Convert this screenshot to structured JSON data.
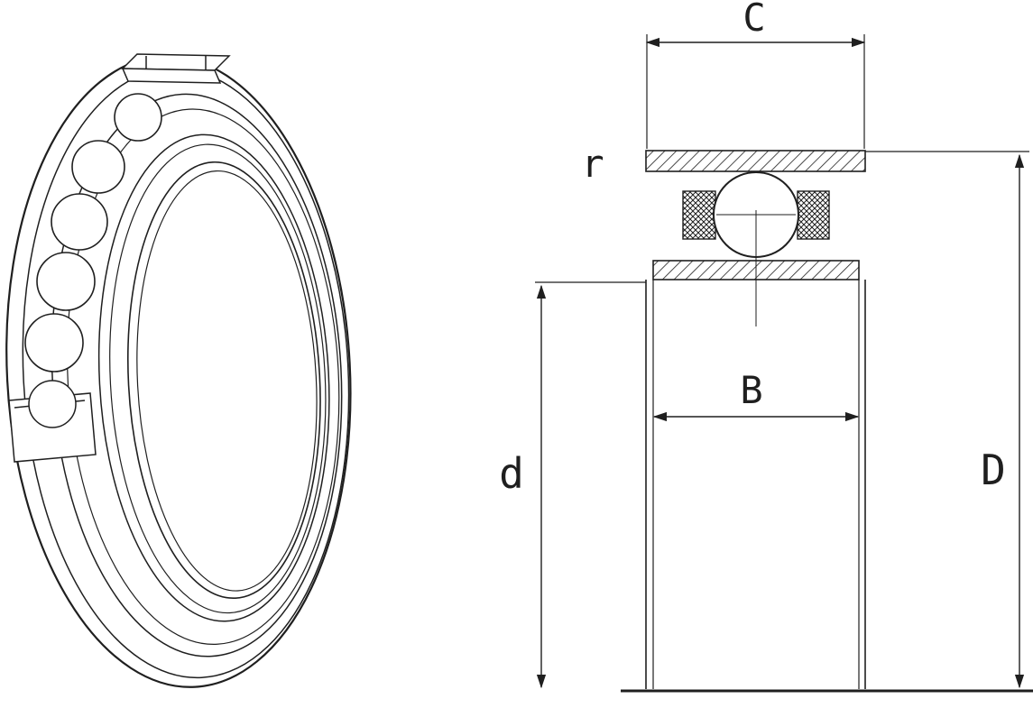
{
  "drawing": {
    "labels": {
      "outer_width": "C",
      "fillet_radius": "r",
      "inner_width": "B",
      "bore_diameter": "d",
      "outside_diameter": "D"
    },
    "colors": {
      "line": "#1f1f1f",
      "background": "#ffffff"
    }
  }
}
